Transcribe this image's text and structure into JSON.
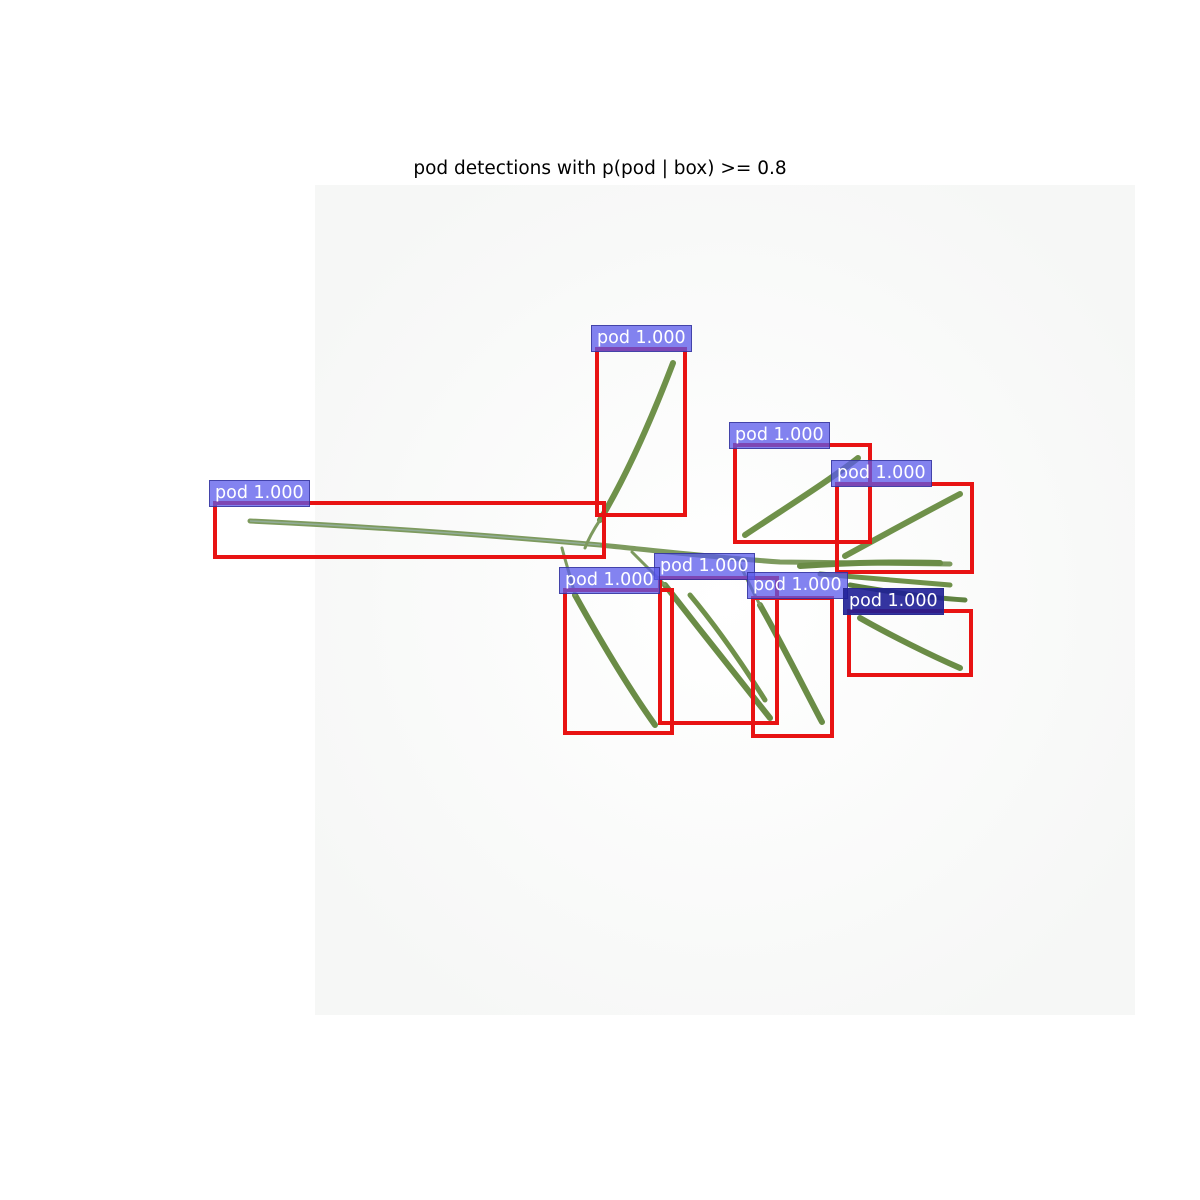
{
  "figure": {
    "title": "pod detections with p(pod | box) >= 0.8",
    "box_color": "#e81313",
    "label_bg": "#6a6af0"
  },
  "detections": [
    {
      "label": "pod 1.000"
    },
    {
      "label": "pod 1.000"
    },
    {
      "label": "pod 1.000"
    },
    {
      "label": "pod 1.000"
    },
    {
      "label": "pod 1.000"
    },
    {
      "label": "pod 1.000"
    },
    {
      "label": "pod 1.000"
    },
    {
      "label": "pod 1.000"
    }
  ]
}
